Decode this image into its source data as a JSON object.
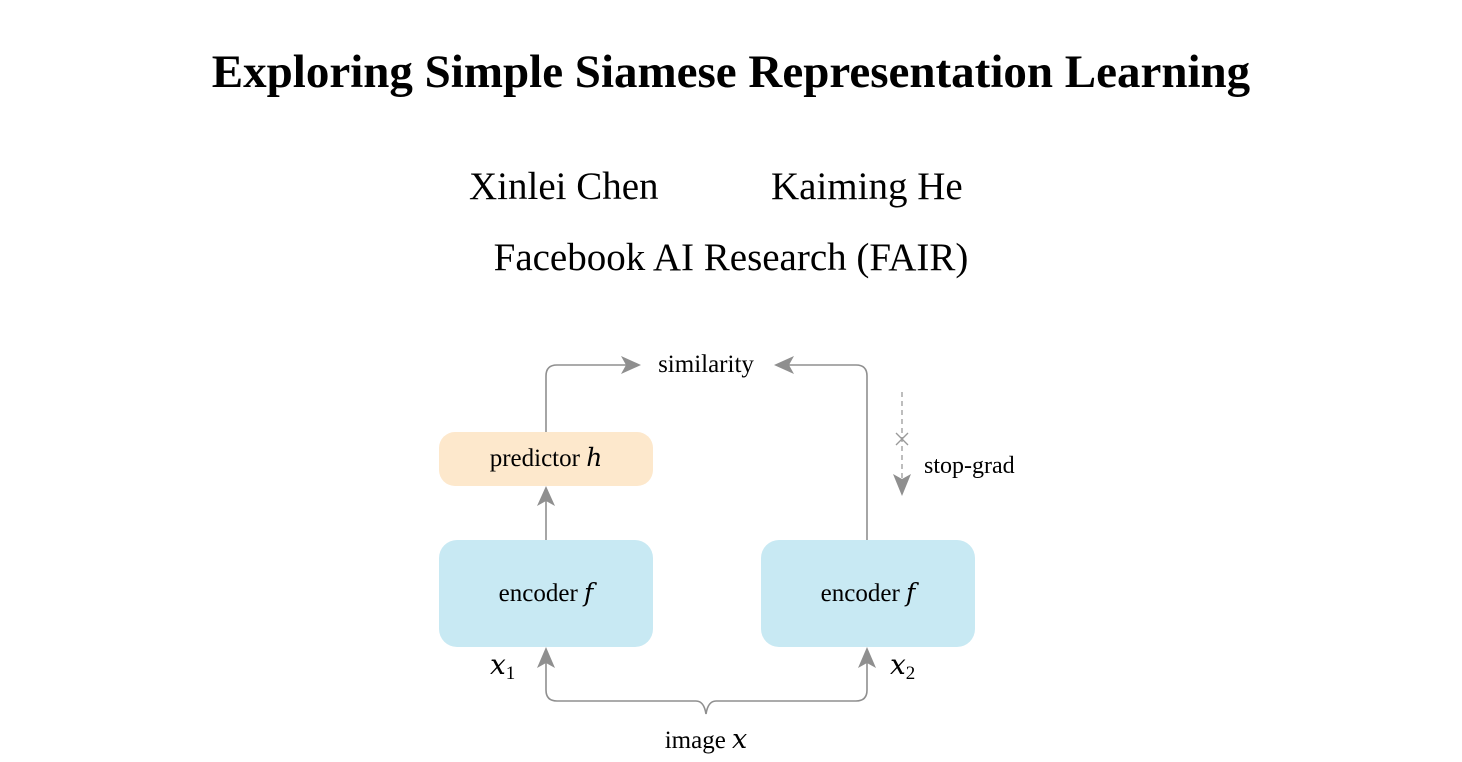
{
  "paper": {
    "title": "Exploring Simple Siamese Representation Learning",
    "authors": [
      "Xinlei Chen",
      "Kaiming He"
    ],
    "affiliation": "Facebook AI Research (FAIR)"
  },
  "diagram": {
    "similarity_label": "similarity",
    "predictor": {
      "label": "predictor",
      "symbol": "h"
    },
    "encoder_left": {
      "label": "encoder",
      "symbol": "f"
    },
    "encoder_right": {
      "label": "encoder",
      "symbol": "f"
    },
    "view_left": {
      "symbol": "x",
      "subscript": "1"
    },
    "view_right": {
      "symbol": "x",
      "subscript": "2"
    },
    "input": {
      "label": "image",
      "symbol": "x"
    },
    "stop_grad_label": "stop-grad",
    "colors": {
      "encoder_fill": "#c8e9f3",
      "predictor_fill": "#fde8cc",
      "arrow": "#8f8f8f"
    }
  }
}
